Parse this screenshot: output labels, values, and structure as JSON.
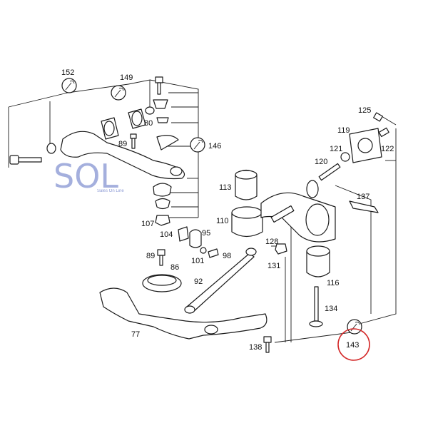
{
  "watermark": {
    "brand": "SOL",
    "tagline": "Sales On Line",
    "color": "#5b6fc2"
  },
  "highlight": {
    "label": "143",
    "circle_color": "#d42a2a"
  },
  "labels": {
    "l152": "152",
    "l149": "149",
    "l80": "80",
    "l89a": "89",
    "l146": "146",
    "l107": "107",
    "l104": "104",
    "l95": "95",
    "l101": "101",
    "l98": "98",
    "l89b": "89",
    "l86": "86",
    "l92": "92",
    "l77": "77",
    "l113": "113",
    "l110": "110",
    "l128": "128",
    "l131": "131",
    "l138": "138",
    "l120": "120",
    "l121": "121",
    "l119": "119",
    "l125": "125",
    "l122": "122",
    "l137": "137",
    "l116": "116",
    "l134": "134"
  }
}
